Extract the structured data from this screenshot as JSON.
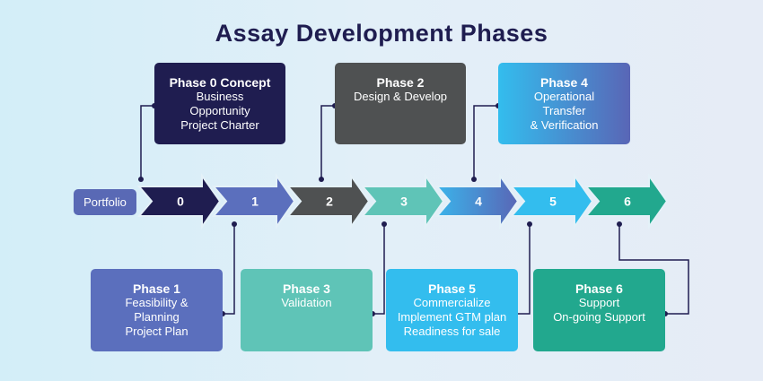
{
  "title": "Assay Development Phases",
  "portfolio": "Portfolio",
  "steps": [
    "0",
    "1",
    "2",
    "3",
    "4",
    "5",
    "6"
  ],
  "colors": {
    "step0": "#1f1d50",
    "step1": "#5b6fbd",
    "step2": "#4f5152",
    "step3": "#5fc4b7",
    "step4": "#4a8fd8",
    "step5": "#33bdee",
    "step6": "#22a88e",
    "line": "#1f1d50"
  },
  "phases": {
    "p0": {
      "heading": "Phase 0 Concept",
      "lines": [
        "Business",
        "Opportunity",
        "Project Charter"
      ]
    },
    "p1": {
      "heading": "Phase 1",
      "lines": [
        "Feasibility &",
        "Planning",
        "Project Plan"
      ]
    },
    "p2": {
      "heading": "Phase 2",
      "lines": [
        "Design & Develop"
      ]
    },
    "p3": {
      "heading": "Phase 3",
      "lines": [
        "Validation"
      ]
    },
    "p4": {
      "heading": "Phase 4",
      "lines": [
        "Operational",
        "Transfer",
        "& Verification"
      ]
    },
    "p5": {
      "heading": "Phase 5",
      "lines": [
        "Commercialize",
        "Implement GTM plan",
        "Readiness for sale"
      ]
    },
    "p6": {
      "heading": "Phase 6",
      "lines": [
        "Support",
        "On-going Support"
      ]
    }
  }
}
